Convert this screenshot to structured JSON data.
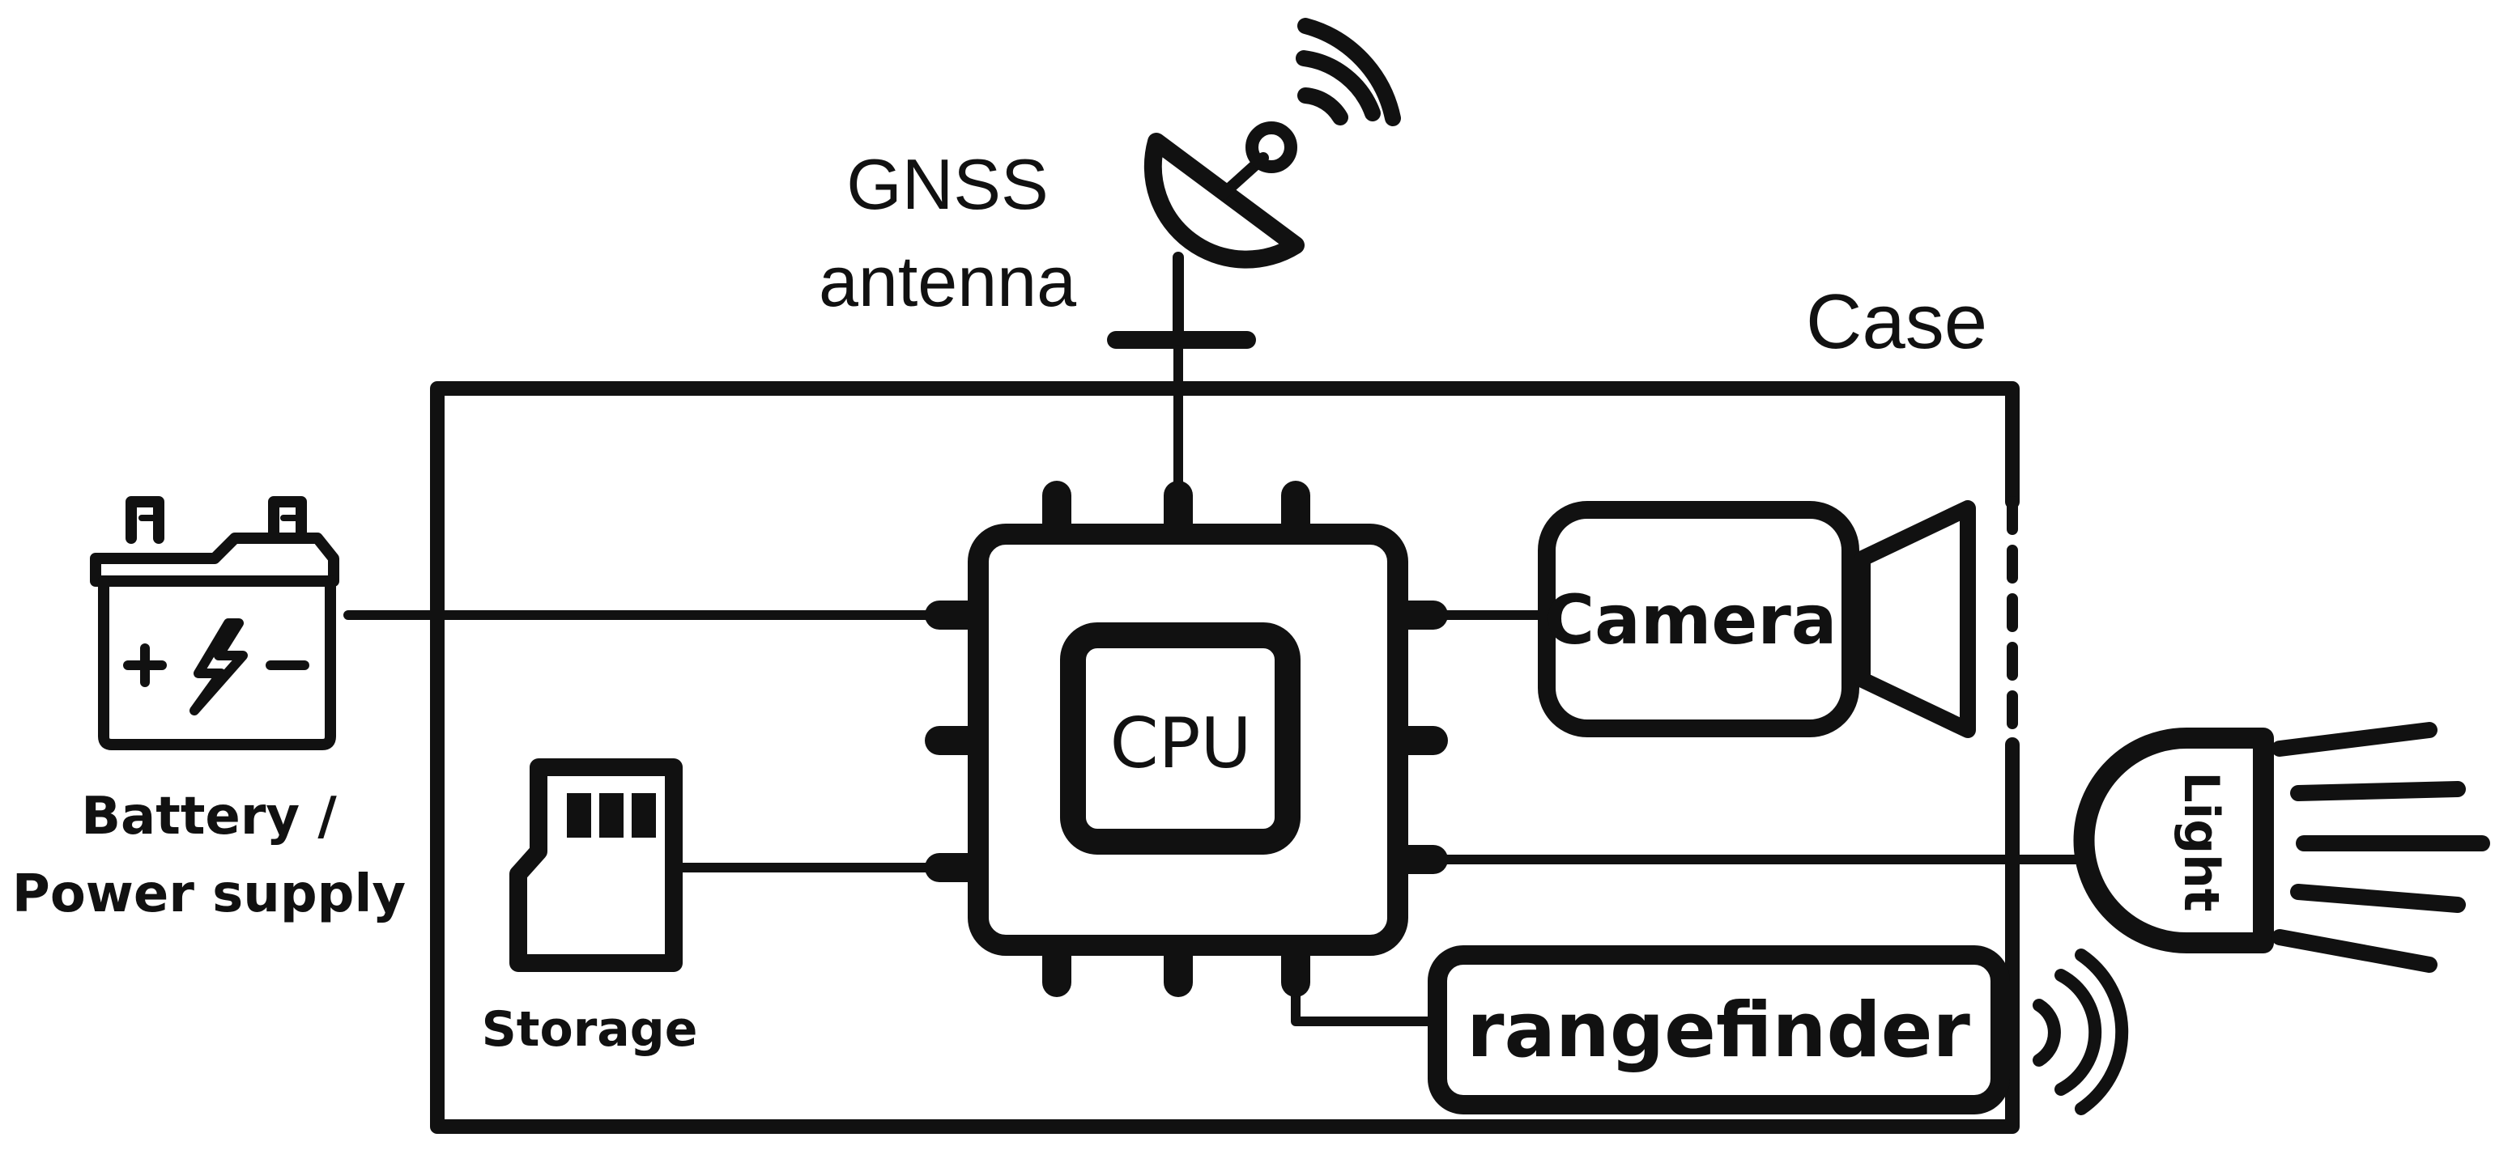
{
  "labels": {
    "gnss_line1": "GNSS",
    "gnss_line2": "antenna",
    "case": "Case",
    "battery_line1": "Battery /",
    "battery_line2": "Power supply",
    "storage": "Storage",
    "cpu": "CPU",
    "camera": "Camera",
    "rangefinder": "rangefinder",
    "light": "Light"
  },
  "icons": [
    "satellite-dish-icon",
    "battery-icon",
    "sd-card-icon",
    "cpu-chip-icon",
    "camera-icon",
    "lamp-icon",
    "signal-waves-icon"
  ],
  "colors": {
    "ink": "#111111",
    "background": "#ffffff"
  }
}
